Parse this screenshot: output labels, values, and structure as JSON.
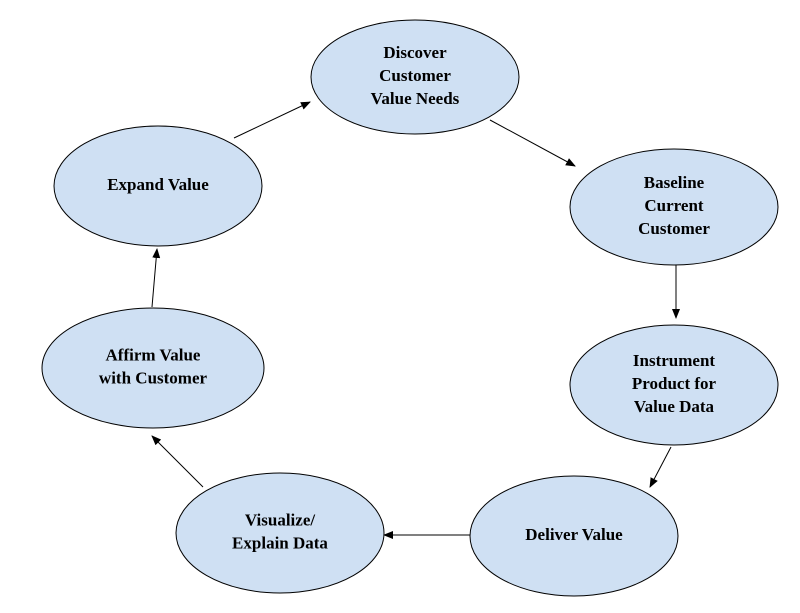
{
  "diagram": {
    "type": "cycle",
    "colors": {
      "node_fill": "#cfe0f3",
      "node_stroke": "#000000",
      "arrow": "#000000",
      "background": "#ffffff"
    },
    "nodes": [
      {
        "id": "discover",
        "lines": [
          "Discover",
          "Customer",
          "Value Needs"
        ]
      },
      {
        "id": "baseline",
        "lines": [
          "Baseline",
          "Current",
          "Customer"
        ]
      },
      {
        "id": "instrument",
        "lines": [
          "Instrument",
          "Product for",
          "Value Data"
        ]
      },
      {
        "id": "deliver",
        "lines": [
          "Deliver Value"
        ]
      },
      {
        "id": "visualize",
        "lines": [
          "Visualize/",
          "Explain Data"
        ]
      },
      {
        "id": "affirm",
        "lines": [
          "Affirm Value",
          "with Customer"
        ]
      },
      {
        "id": "expand",
        "lines": [
          "Expand Value"
        ]
      }
    ],
    "edges": [
      {
        "from": "discover",
        "to": "baseline"
      },
      {
        "from": "baseline",
        "to": "instrument"
      },
      {
        "from": "instrument",
        "to": "deliver"
      },
      {
        "from": "deliver",
        "to": "visualize"
      },
      {
        "from": "visualize",
        "to": "affirm"
      },
      {
        "from": "affirm",
        "to": "expand"
      },
      {
        "from": "expand",
        "to": "discover"
      }
    ]
  }
}
